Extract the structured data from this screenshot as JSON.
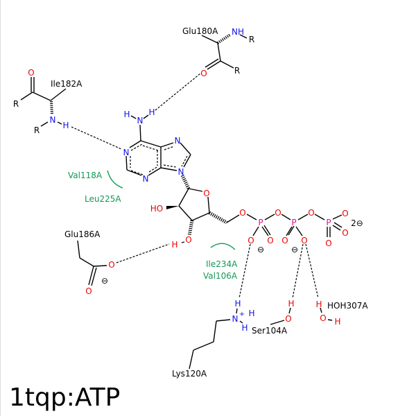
{
  "title": "1tqp:ATP",
  "residues": {
    "glu180": "Glu180A",
    "ile182": "Ile182A",
    "glu186": "Glu186A",
    "lys120": "Lys120A",
    "ser104": "Ser104A",
    "hoh307": "HOH307A"
  },
  "hydrophobic": {
    "val118": "Val118A",
    "leu225": "Leu225A",
    "ile234": "Ile234A",
    "val106": "Val106A"
  },
  "atoms": {
    "N": "N",
    "O": "O",
    "H": "H",
    "R": "R",
    "P": "P",
    "NH": "NH",
    "HO": "HO",
    "plus": "+",
    "minus": "⊖",
    "two_minus": "2⊖"
  },
  "colors": {
    "nitrogen": "#1010ee",
    "oxygen": "#ee0000",
    "phosphorus": "#e0108a",
    "hydrophobic": "#119955"
  }
}
